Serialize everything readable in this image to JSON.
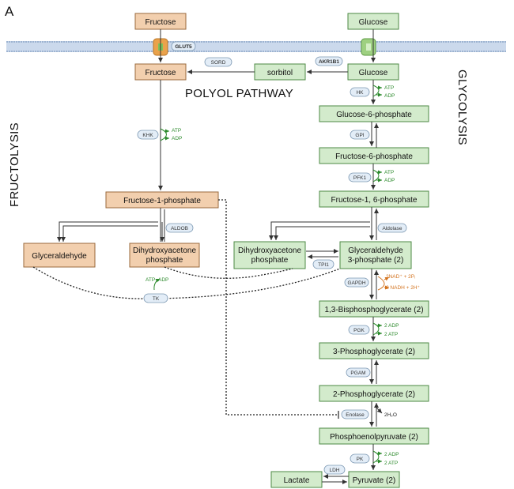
{
  "panel_label": "A",
  "side_labels": {
    "left": "FRUCTOLYSIS",
    "right": "GLYCOLYSIS"
  },
  "pathway_title": "POLYOL PATHWAY",
  "transporters": {
    "glut5": "GLUT5"
  },
  "metabolites": {
    "fructose_out": "Fructose",
    "glucose_out": "Glucose",
    "fructose_in": "Fructose",
    "sorbitol": "sorbitol",
    "glucose_in": "Glucose",
    "g6p": "Glucose-6-phosphate",
    "f6p": "Fructose-6-phosphate",
    "f16bp": "Fructose-1, 6-phosphate",
    "f1p": "Fructose-1-phosphate",
    "glyceraldehyde": "Glyceraldehyde",
    "dhap_left": [
      "Dihydroxyacetone",
      "phosphate"
    ],
    "dhap_right": [
      "Dihydroxyacetone",
      "phosphate"
    ],
    "g3p": [
      "Glyceraldehyde",
      "3-phosphate (2)"
    ],
    "bpg13": "1,3-Bisphosphoglycerate (2)",
    "pg3": "3-Phosphoglycerate (2)",
    "pg2": "2-Phosphoglycerate (2)",
    "pep": "Phosphoenolpyruvate (2)",
    "pyruvate": "Pyruvate (2)",
    "lactate": "Lactate"
  },
  "enzymes": {
    "sord": "SORD",
    "akr1b1": "AKR1B1",
    "hk": "HK",
    "gpi": "GPI",
    "pfk1": "PFK1",
    "khk": "KHK",
    "aldob": "ALDOB",
    "aldolase": "Aldolase",
    "tpi1": "TPI1",
    "gapdh": "GAPDH",
    "tk": "TK",
    "pgk": "PGK",
    "pgam": "PGAM",
    "enolase": "Enolase",
    "pk": "PK",
    "ldh": "LDH"
  },
  "cofactors": {
    "atp": "ATP",
    "adp": "ADP",
    "nad_in": "2NAD⁺ + 2Pᵢ",
    "nadh_out": "2 NADH + 2H⁺",
    "two_adp": "2 ADP",
    "two_atp": "2 ATP",
    "water": "2H₂O"
  },
  "colors": {
    "fructose_box": "#f2cfae",
    "glucose_box": "#d3ebcc",
    "enzyme": "#e3edf7",
    "cofactor": "#2c8a2c",
    "nad": "#d3731f"
  }
}
